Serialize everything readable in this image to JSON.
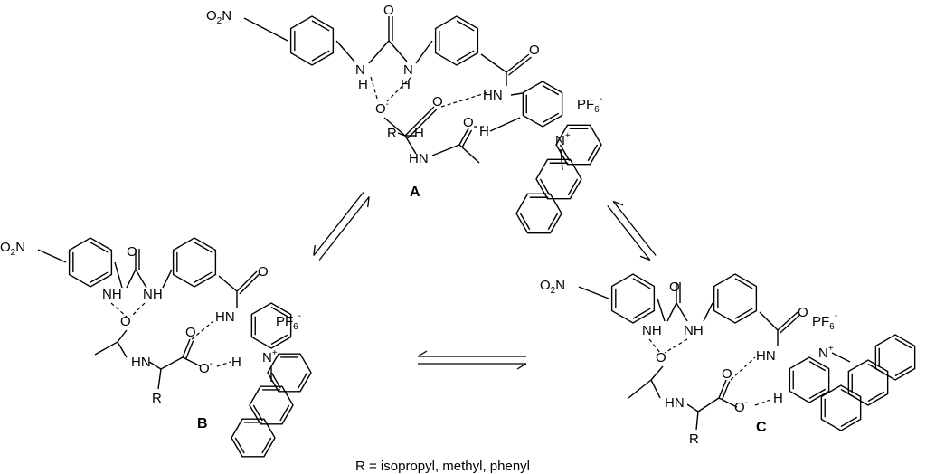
{
  "compounds": {
    "A": {
      "label": "A"
    },
    "B": {
      "label": "B"
    },
    "C": {
      "label": "C"
    }
  },
  "atoms": {
    "nitro": "O",
    "nitro_sub": "2",
    "nitro_n": "N",
    "nh": "NH",
    "hn": "HN",
    "n": "N",
    "h": "H",
    "o": "O",
    "o_minus": "O",
    "r": "R",
    "pf": "PF",
    "pf_sub": "6",
    "minus": "-",
    "plus": "+"
  },
  "caption": "R = isopropyl, methyl, phenyl",
  "colors": {
    "ink": "#000000",
    "background": "#ffffff"
  }
}
